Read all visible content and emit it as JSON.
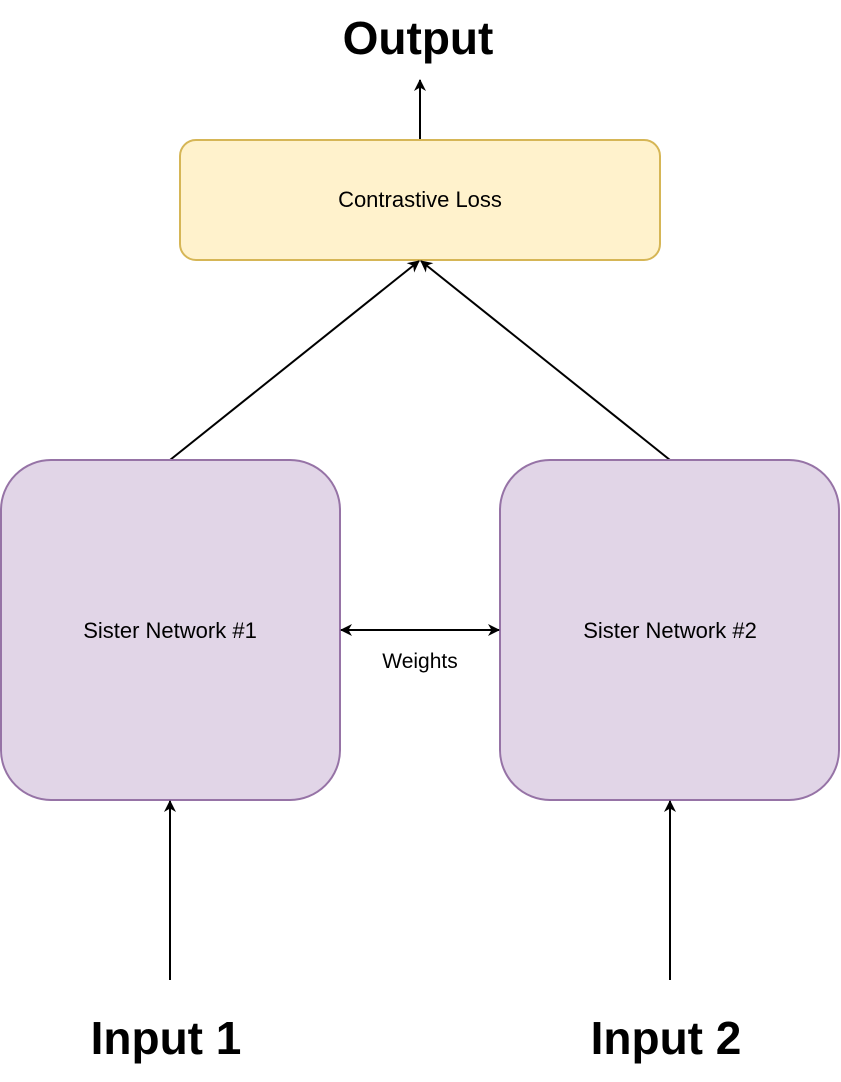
{
  "labels": {
    "output": "Output",
    "loss": "Contrastive Loss",
    "network1": "Sister Network #1",
    "network2": "Sister Network #2",
    "weights": "Weights",
    "input1": "Input 1",
    "input2": "Input 2"
  },
  "colors": {
    "loss_fill": "#fff2cc",
    "loss_stroke": "#d6b656",
    "network_fill": "#e1d5e7",
    "network_stroke": "#9673a6",
    "edge": "#000000"
  }
}
